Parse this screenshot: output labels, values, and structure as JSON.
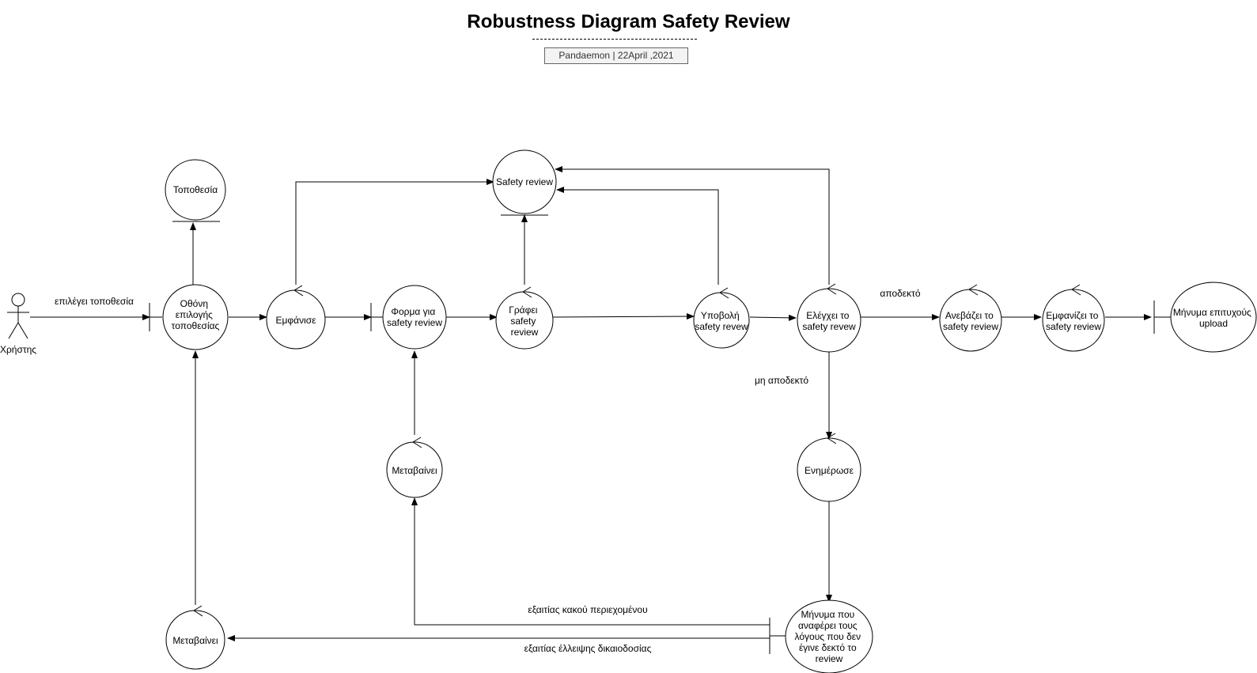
{
  "header": {
    "title": "Robustness Diagram Safety Review",
    "subtitle": "Pandaemon | 22April ,2021"
  },
  "nodes": {
    "actor": "Χρήστης",
    "topothesia": "Τοποθεσία",
    "othoni": [
      "Οθόνη",
      "επιλογής",
      "τοποθεσίας"
    ],
    "emfanise": "Εμφάνισε",
    "forma": [
      "Φορμα για",
      "safety review"
    ],
    "safety_review": "Safety review",
    "grafei": [
      "Γράφει",
      "safety",
      "review"
    ],
    "ypovoli": [
      "Υποβολή",
      "safety revew"
    ],
    "elegxei": [
      "Ελέγχει το",
      "safety revew"
    ],
    "anevazei": [
      "Ανεβάζει το",
      "safety review"
    ],
    "emfanizei": [
      "Εμφανίζει το",
      "safety review"
    ],
    "minima_epityxias": [
      "Μήνυμα επιτυχούς",
      "upload"
    ],
    "metavainei_mid": "Μεταβαίνει",
    "enimerose": "Ενημέρωσε",
    "minima_logoi": [
      "Μήνυμα που",
      "αναφέρει τους",
      "λόγους που δεν",
      "έγινε δεκτό το",
      "review"
    ],
    "metavainei_left": "Μεταβαίνει"
  },
  "edge_labels": {
    "epilegei": "επιλέγει τοποθεσία",
    "apodekto": "αποδεκτό",
    "mi_apodekto": "μη αποδεκτό",
    "kakou": "εξαιτίας κακού περιεχομένου",
    "elleipsis": "εξαιτίας έλλειψης δικαιοδοσίας"
  }
}
